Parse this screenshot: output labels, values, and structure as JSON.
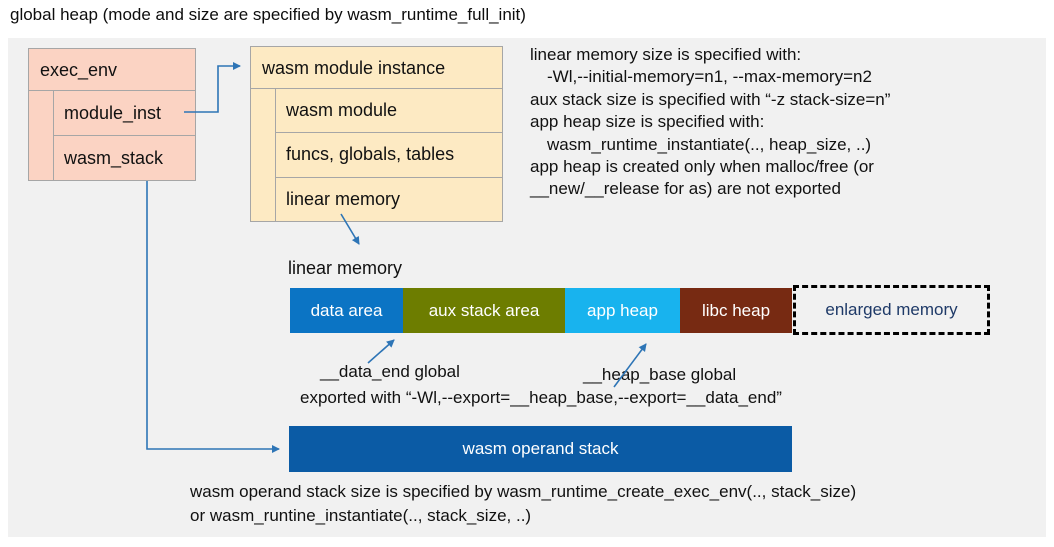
{
  "title": "global heap (mode and size are specified by wasm_runtime_full_init)",
  "exec_env": {
    "title": "exec_env",
    "rows": [
      "module_inst",
      "wasm_stack"
    ]
  },
  "module_instance": {
    "title": "wasm module instance",
    "rows": [
      "wasm module",
      "funcs, globals, tables",
      "linear memory"
    ]
  },
  "notes_right": [
    "linear memory size is specified with:",
    "-Wl,--initial-memory=n1, --max-memory=n2",
    "aux stack size is specified with “-z stack-size=n”",
    "app heap size is specified with:",
    "wasm_runtime_instantiate(.., heap_size, ..)",
    "app heap is created only when malloc/free (or",
    "__new/__release for as) are not exported"
  ],
  "linear_memory_label": "linear memory",
  "memory_bar": {
    "segments": [
      {
        "label": "data area",
        "color": "#0b74c4"
      },
      {
        "label": "aux stack area",
        "color": "#6d7d00"
      },
      {
        "label": "app heap",
        "color": "#18b3ee"
      },
      {
        "label": "libc heap",
        "color": "#772a12"
      },
      {
        "label": "enlarged memory",
        "color": "none-dashed"
      }
    ]
  },
  "annotations": {
    "data_end": "__data_end global",
    "heap_base": "__heap_base global",
    "exported": "exported with “-Wl,--export=__heap_base,--export=__data_end”"
  },
  "operand_stack": {
    "label": "wasm operand stack"
  },
  "notes_bottom": [
    "wasm operand stack size is specified by wasm_runtime_create_exec_env(.., stack_size)",
    "or wasm_runtine_instantiate(.., stack_size, ..)"
  ],
  "colors": {
    "panel_bg": "#f1f1f1",
    "struct_pink": "#fbd3c3",
    "struct_cream": "#fdeac3",
    "struct_border": "#a6a6a6",
    "data_area": "#0b74c4",
    "aux_stack": "#6d7d00",
    "app_heap": "#18b3ee",
    "libc_heap": "#772a12",
    "operand_stack": "#0b5ba5",
    "enlarged_text": "#1f3a68",
    "connector": "#2e75b6"
  }
}
